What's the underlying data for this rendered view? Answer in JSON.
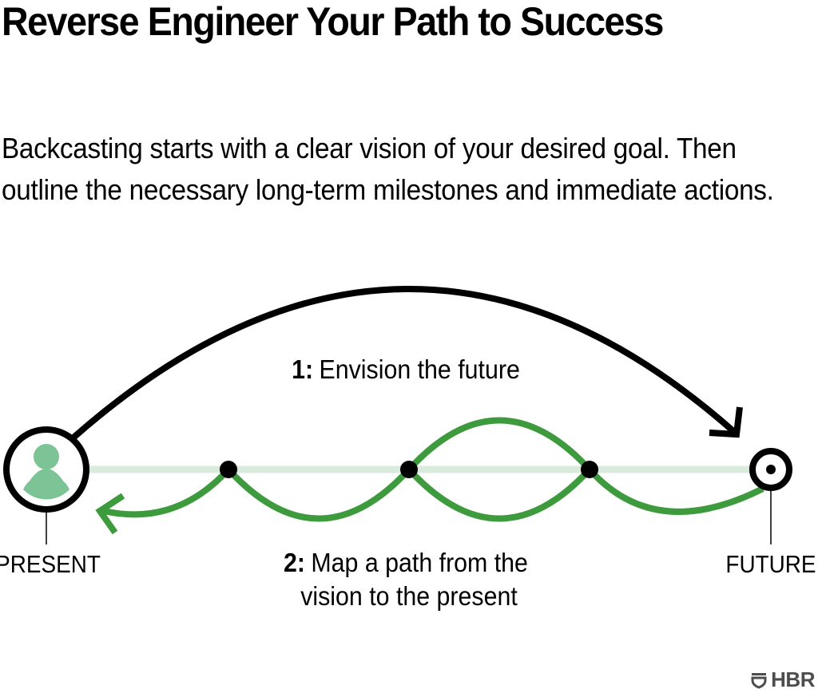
{
  "header": {
    "title": "Reverse Engineer Your Path to Success",
    "subtitle": "Backcasting starts with a clear vision of your desired goal. Then outline the necessary long-term milestones and immediate actions."
  },
  "diagram": {
    "step1": {
      "number": "1:",
      "text": "Envision the future"
    },
    "step2": {
      "number": "2:",
      "line1": "Map a path from the",
      "line2": "vision to the present"
    },
    "present_label": "PRESENT",
    "future_label": "FUTURE",
    "milestone_count": 3,
    "colors": {
      "arc": "#000000",
      "path_green": "#3d9b3d",
      "timeline_light": "#d8ebdd",
      "person_green": "#7cc496"
    }
  },
  "footer": {
    "brand": "HBR"
  }
}
